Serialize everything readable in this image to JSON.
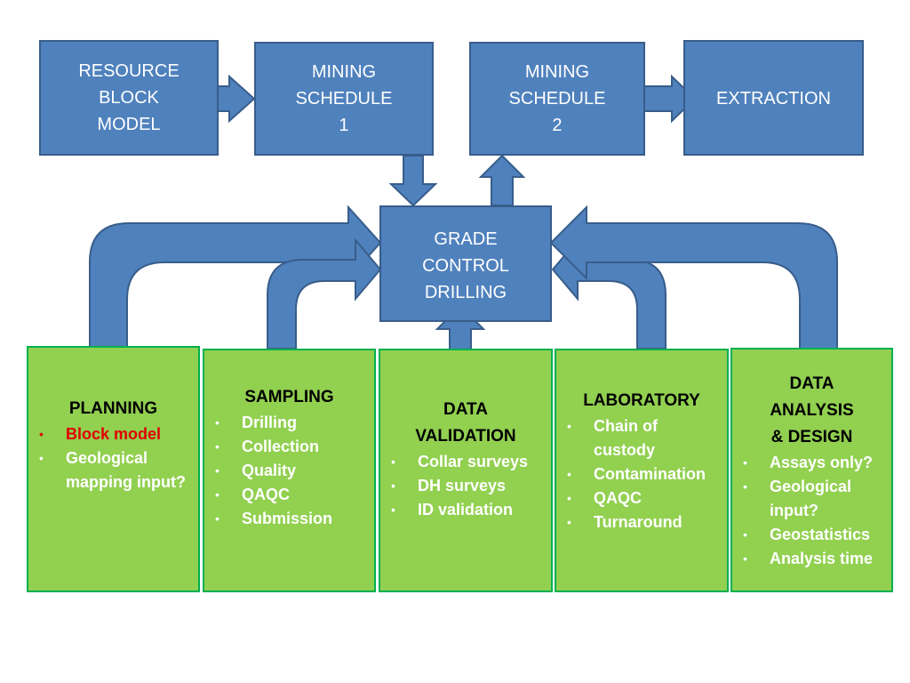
{
  "colors": {
    "blue_fill": "#4f81bd",
    "blue_border": "#385d8a",
    "green_fill": "#92d050",
    "green_border": "#00b050",
    "highlight_red": "#e00000"
  },
  "top_row": {
    "resource_block_model": "RESOURCE\nBLOCK\nMODEL",
    "mining_schedule_1": "MINING\nSCHEDULE\n1",
    "mining_schedule_2": "MINING\nSCHEDULE\n2",
    "extraction": "EXTRACTION"
  },
  "center": {
    "grade_control_drilling": "GRADE\nCONTROL\nDRILLING"
  },
  "panels": {
    "planning": {
      "title": "PLANNING",
      "items": [
        "Block model",
        "Geological mapping input?"
      ]
    },
    "sampling": {
      "title": "SAMPLING",
      "items": [
        "Drilling",
        "Collection",
        "Quality",
        "QAQC",
        "Submission"
      ]
    },
    "data_validation": {
      "title": "DATA\nVALIDATION",
      "items": [
        "Collar surveys",
        "DH surveys",
        "ID validation"
      ]
    },
    "laboratory": {
      "title": "LABORATORY",
      "items": [
        "Chain of custody",
        "Contamination",
        "QAQC",
        "Turnaround"
      ]
    },
    "data_analysis_design": {
      "title": "DATA\nANALYSIS\n& DESIGN",
      "items": [
        "Assays only?",
        "Geological input?",
        "Geostatistics",
        "Analysis time"
      ]
    }
  }
}
